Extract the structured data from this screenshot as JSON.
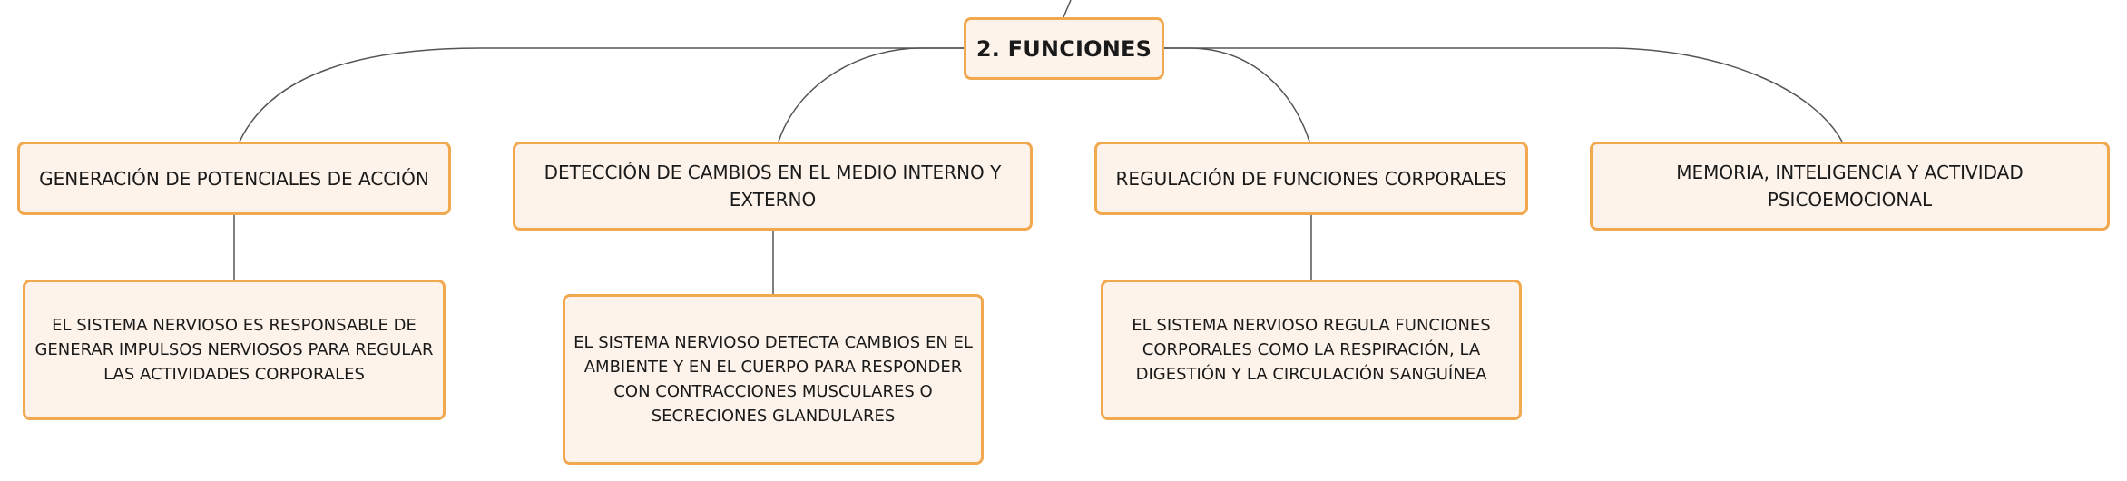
{
  "root": {
    "label": "2. FUNCIONES"
  },
  "categories": [
    {
      "label": "GENERACIÓN DE POTENCIALES DE ACCIÓN"
    },
    {
      "label": "DETECCIÓN DE CAMBIOS EN EL MEDIO INTERNO Y EXTERNO"
    },
    {
      "label": "REGULACIÓN DE FUNCIONES CORPORALES"
    },
    {
      "label": "MEMORIA, INTELIGENCIA Y ACTIVIDAD PSICOEMOCIONAL"
    }
  ],
  "descriptions": [
    {
      "text": "EL SISTEMA NERVIOSO ES RESPONSABLE DE GENERAR IMPULSOS NERVIOSOS PARA REGULAR LAS ACTIVIDADES CORPORALES"
    },
    {
      "text": "EL SISTEMA NERVIOSO DETECTA CAMBIOS EN EL AMBIENTE Y EN EL CUERPO PARA RESPONDER CON CONTRACCIONES MUSCULARES O SECRECIONES GLANDULARES"
    },
    {
      "text": "EL SISTEMA NERVIOSO REGULA FUNCIONES CORPORALES COMO LA RESPIRACIÓN, LA DIGESTIÓN Y LA CIRCULACIÓN SANGUÍNEA"
    }
  ],
  "colors": {
    "node_fill": "#fdf3ea",
    "node_border": "#f2a84e",
    "connector": "#555555"
  }
}
